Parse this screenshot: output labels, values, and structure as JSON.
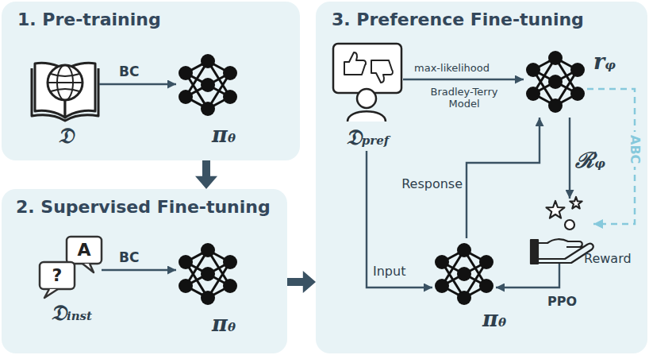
{
  "diagram": {
    "nodes": [
      {
        "text": [
          "1. Pre-training"
        ]
      },
      {
        "text": [
          "𝔇"
        ],
        "in": 0
      },
      {
        "text": [
          "πθ"
        ],
        "in": 0
      },
      {
        "text": [
          "2. Supervised Fine-tuning"
        ]
      },
      {
        "text": [
          "A",
          "?",
          "𝔇inst"
        ],
        "in": 3
      },
      {
        "text": [
          "πθ"
        ],
        "in": 3
      },
      {
        "text": [
          "3. Preference Fine-tuning"
        ]
      },
      {
        "text": [
          "𝔇pref"
        ],
        "in": 6
      },
      {
        "text": [
          "rφ"
        ],
        "in": 6
      },
      {
        "text": [
          "Reward"
        ],
        "in": 6
      },
      {
        "text": [
          "πθ"
        ],
        "in": 6
      }
    ],
    "edges": [
      {
        "from": 1,
        "to": 2,
        "label": "BC",
        "arrow": "to"
      },
      {
        "from": 0,
        "to": 3,
        "arrow": "to"
      },
      {
        "from": 4,
        "to": 5,
        "label": "BC",
        "arrow": "to"
      },
      {
        "from": 3,
        "to": 6,
        "arrow": "to"
      },
      {
        "from": 7,
        "to": 8,
        "label": "max-likelihood",
        "arrow": "to"
      },
      {
        "from": 8,
        "to": 9,
        "label": "ABC",
        "arrow": "to"
      },
      {
        "from": 8,
        "to": 9,
        "label": "ℛφ",
        "arrow": "to"
      },
      {
        "from": 10,
        "to": 8,
        "label": "Response",
        "arrow": "to"
      },
      {
        "from": 7,
        "to": 10,
        "label": "Input",
        "arrow": "to"
      },
      {
        "from": 9,
        "to": 10,
        "label": "PPO",
        "arrow": "to"
      }
    ],
    "labels": [
      "Bradley-Terry Model"
    ]
  }
}
